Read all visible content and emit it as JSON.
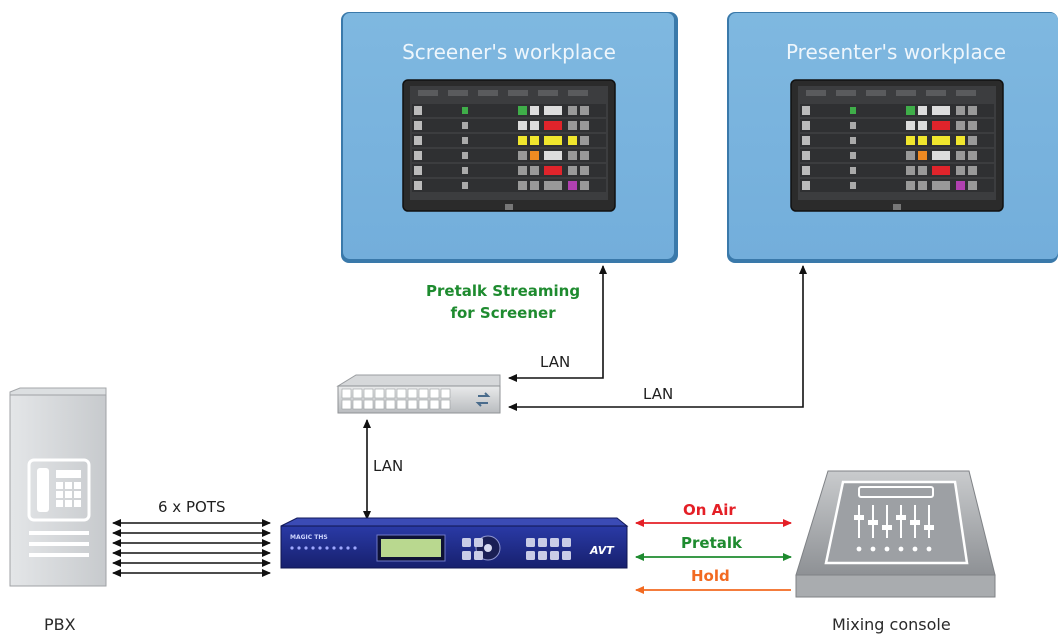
{
  "panels": {
    "screener_title": "Screener's workplace",
    "presenter_title": "Presenter's workplace"
  },
  "labels": {
    "pretalk_streaming": "Pretalk Streaming\nfor Screener",
    "lan_screener": "LAN",
    "lan_presenter": "LAN",
    "lan_device": "LAN",
    "pots": "6 x POTS",
    "on_air": "On Air",
    "pretalk": "Pretalk",
    "hold": "Hold",
    "pbx": "PBX",
    "mixing_console": "Mixing console"
  },
  "device": {
    "brand_left": "MAGIC THS",
    "brand_right": "AVT"
  },
  "colors": {
    "panel_fill": "#79b4dd",
    "panel_border": "#3d7fb0",
    "on_air": "#e41f26",
    "pretalk": "#1e8b2f",
    "hold": "#f26a21",
    "device_blue": "#1f2b8f"
  }
}
